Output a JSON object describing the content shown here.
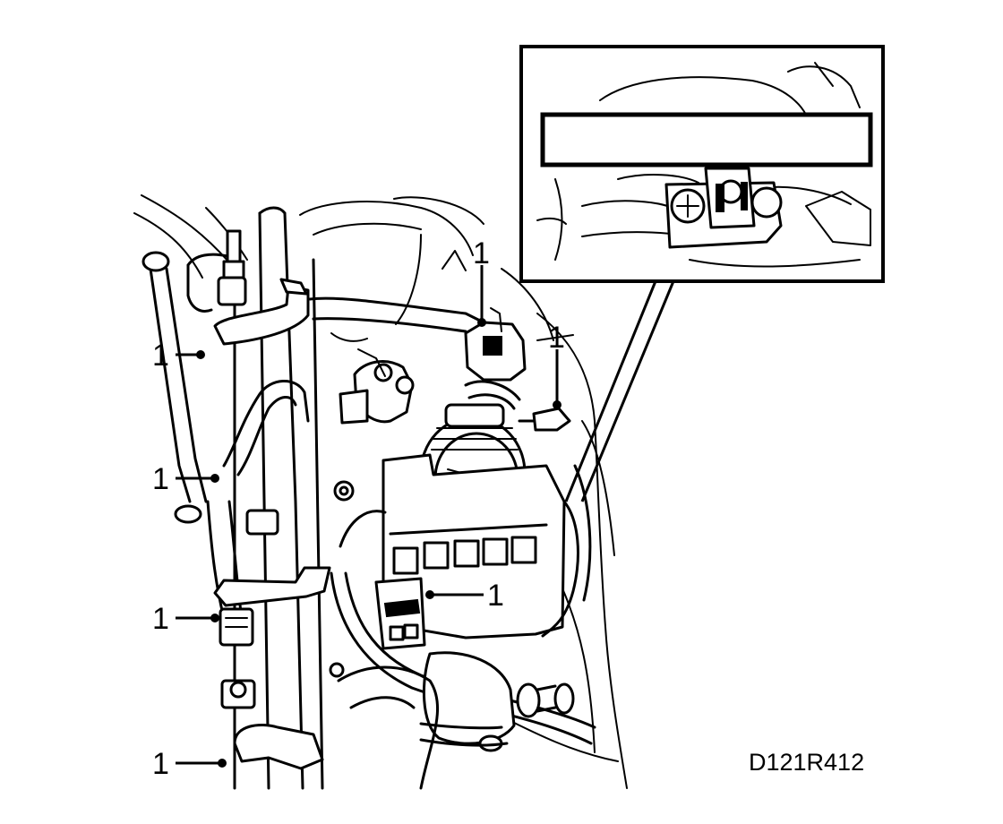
{
  "figure": {
    "id_label": "D121R412",
    "callouts": [
      {
        "key": "c1",
        "label": "1"
      },
      {
        "key": "c2",
        "label": "1"
      },
      {
        "key": "c3",
        "label": "1"
      },
      {
        "key": "c4",
        "label": "1"
      },
      {
        "key": "c5",
        "label": "1"
      },
      {
        "key": "c6",
        "label": "1"
      },
      {
        "key": "c7",
        "label": "1"
      }
    ]
  }
}
